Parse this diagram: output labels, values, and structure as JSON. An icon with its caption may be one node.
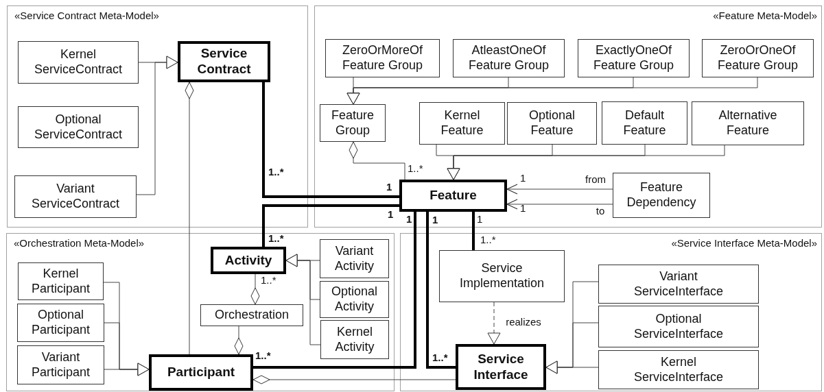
{
  "diagram": {
    "nodes": [
      {
        "text": [
          "«Service Contract Meta-Model»"
        ]
      },
      {
        "text": [
          "Kernel ServiceContract"
        ],
        "in": 0
      },
      {
        "text": [
          "Service Contract"
        ],
        "in": 0
      },
      {
        "text": [
          "Optional ServiceContract"
        ],
        "in": 0
      },
      {
        "text": [
          "Variant ServiceContract"
        ],
        "in": 0
      },
      {
        "text": [
          "«Feature Meta-Model»"
        ]
      },
      {
        "text": [
          "ZeroOrMoreOf Feature Group"
        ],
        "in": 5
      },
      {
        "text": [
          "AtleastOneOf Feature Group"
        ],
        "in": 5
      },
      {
        "text": [
          "ExactlyOneOf Feature Group"
        ],
        "in": 5
      },
      {
        "text": [
          "ZeroOrOneOf Feature Group"
        ],
        "in": 5
      },
      {
        "text": [
          "Feature Group"
        ],
        "in": 5
      },
      {
        "text": [
          "Kernel Feature"
        ],
        "in": 5
      },
      {
        "text": [
          "Optional Feature"
        ],
        "in": 5
      },
      {
        "text": [
          "Default Feature"
        ],
        "in": 5
      },
      {
        "text": [
          "Alternative Feature"
        ],
        "in": 5
      },
      {
        "text": [
          "Feature"
        ],
        "in": 5
      },
      {
        "text": [
          "Feature Dependency"
        ],
        "in": 5
      },
      {
        "text": [
          "«Orchestration Meta-Model»"
        ]
      },
      {
        "text": [
          "Kernel Participant"
        ],
        "in": 17
      },
      {
        "text": [
          "Optional Participant"
        ],
        "in": 17
      },
      {
        "text": [
          "Variant Participant"
        ],
        "in": 17
      },
      {
        "text": [
          "Activity"
        ],
        "in": 17
      },
      {
        "text": [
          "Variant Activity"
        ],
        "in": 17
      },
      {
        "text": [
          "Optional Activity"
        ],
        "in": 17
      },
      {
        "text": [
          "Kernel Activity"
        ],
        "in": 17
      },
      {
        "text": [
          "Orchestration"
        ],
        "in": 17
      },
      {
        "text": [
          "Participant"
        ],
        "in": 17
      },
      {
        "text": [
          "«Service Interface Meta-Model»"
        ]
      },
      {
        "text": [
          "Service Implementation"
        ],
        "in": 27
      },
      {
        "text": [
          "Service Interface"
        ],
        "in": 27
      },
      {
        "text": [
          "Variant ServiceInterface"
        ],
        "in": 27
      },
      {
        "text": [
          "Optional ServiceInterface"
        ],
        "in": 27
      },
      {
        "text": [
          "Kernel ServiceInterface"
        ],
        "in": 27
      }
    ],
    "edges": [
      {
        "from": 1,
        "to": 2,
        "arrow": "to"
      },
      {
        "from": 4,
        "to": 2,
        "arrow": "to"
      },
      {
        "from": 2,
        "to": 26,
        "arrow": "other"
      },
      {
        "from": 6,
        "to": 10,
        "arrow": "to"
      },
      {
        "from": 7,
        "to": 10,
        "arrow": "to"
      },
      {
        "from": 8,
        "to": 10,
        "arrow": "to"
      },
      {
        "from": 9,
        "to": 10,
        "arrow": "to"
      },
      {
        "from": 11,
        "to": 15,
        "arrow": "to"
      },
      {
        "from": 12,
        "to": 15,
        "arrow": "to"
      },
      {
        "from": 13,
        "to": 15,
        "arrow": "to"
      },
      {
        "from": 14,
        "to": 15,
        "arrow": "to"
      },
      {
        "from": 10,
        "to": 15,
        "arrow": "other"
      },
      {
        "from": 16,
        "to": 15,
        "arrow": "to",
        "label": "from"
      },
      {
        "from": 16,
        "to": 15,
        "arrow": "to",
        "label": "to"
      },
      {
        "from": 2,
        "to": 15,
        "arrow": "none",
        "style": "thick",
        "color": "#000000"
      },
      {
        "from": 21,
        "to": 15,
        "arrow": "none",
        "style": "thick",
        "color": "#000000"
      },
      {
        "from": 15,
        "to": 26,
        "arrow": "none",
        "style": "thick",
        "color": "#000000"
      },
      {
        "from": 15,
        "to": 29,
        "arrow": "none",
        "style": "thick",
        "color": "#000000"
      },
      {
        "from": 15,
        "to": 28,
        "arrow": "none",
        "style": "thick",
        "color": "#000000"
      },
      {
        "from": 28,
        "to": 29,
        "arrow": "to",
        "label": "realizes",
        "style": "dashed"
      },
      {
        "from": 30,
        "to": 29,
        "arrow": "to"
      },
      {
        "from": 31,
        "to": 29,
        "arrow": "to"
      },
      {
        "from": 32,
        "to": 29,
        "arrow": "to"
      },
      {
        "from": 18,
        "to": 26,
        "arrow": "to"
      },
      {
        "from": 19,
        "to": 26,
        "arrow": "to"
      },
      {
        "from": 20,
        "to": 26,
        "arrow": "to"
      },
      {
        "from": 22,
        "to": 21,
        "arrow": "to"
      },
      {
        "from": 23,
        "to": 21,
        "arrow": "to"
      },
      {
        "from": 24,
        "to": 21,
        "arrow": "to"
      },
      {
        "from": 25,
        "to": 21,
        "arrow": "other"
      },
      {
        "from": 26,
        "to": 25,
        "arrow": "other"
      },
      {
        "from": 26,
        "to": 29,
        "arrow": "other"
      }
    ],
    "labels": [
      "1..*",
      "1..*",
      "1",
      "1",
      "1",
      "1",
      "1",
      "1",
      "1",
      "1..*",
      "1..*",
      "1..*",
      "1..*",
      "1..*"
    ]
  }
}
